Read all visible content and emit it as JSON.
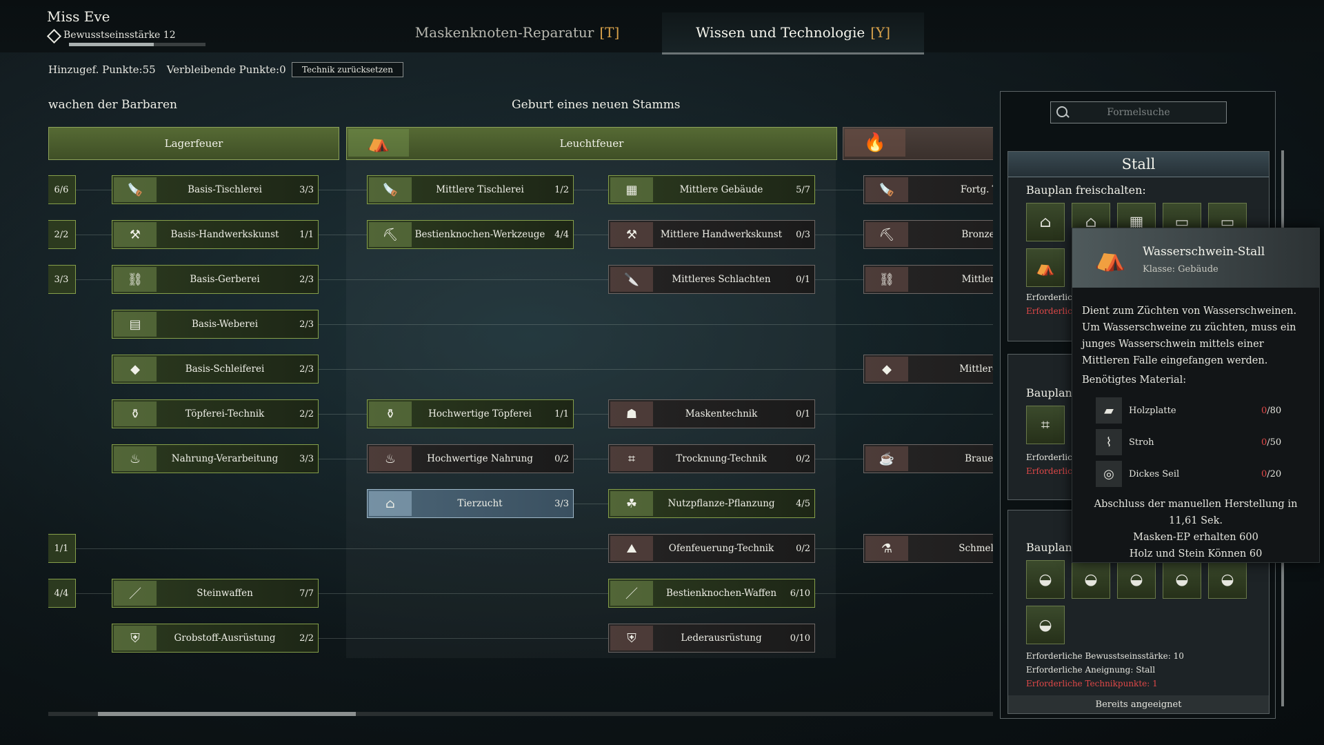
{
  "player": {
    "name": "Miss Eve",
    "level_label": "Bewusstseinsstärke 12",
    "level_progress": 0.62
  },
  "tabs": [
    {
      "label": "Maskenknoten-Reparatur",
      "key": "[T]"
    },
    {
      "label": "Wissen und Technologie",
      "key": "[Y]",
      "active": true
    }
  ],
  "points": {
    "added": "Hinzugef. Punkte:55",
    "remaining": "Verbleibende Punkte:0",
    "reset_label": "Technik zurücksetzen"
  },
  "eras": {
    "left": "wachen der Barbaren",
    "center": "Geburt eines neuen Stamms"
  },
  "tiers": [
    {
      "label": "Lagerfeuer",
      "icon": "campfire-icon"
    },
    {
      "label": "Leuchtfeuer",
      "icon": "beacon-icon"
    },
    {
      "label": "",
      "icon": "furnace-icon"
    }
  ],
  "stubs": [
    "6/6",
    "2/2",
    "3/3",
    "1/1",
    "4/4"
  ],
  "nodes": {
    "col1": [
      {
        "name": "Basis-Tischlerei",
        "count": "3/3"
      },
      {
        "name": "Basis-Handwerkskunst",
        "count": "1/1"
      },
      {
        "name": "Basis-Gerberei",
        "count": "2/3"
      },
      {
        "name": "Basis-Weberei",
        "count": "2/3"
      },
      {
        "name": "Basis-Schleiferei",
        "count": "2/3"
      },
      {
        "name": "Töpferei-Technik",
        "count": "2/2"
      },
      {
        "name": "Nahrung-Verarbeitung",
        "count": "3/3"
      },
      {
        "name": "Steinwaffen",
        "count": "7/7"
      },
      {
        "name": "Grobstoff-Ausrüstung",
        "count": "2/2"
      }
    ],
    "col2": [
      {
        "name": "Mittlere Tischlerei",
        "count": "1/2"
      },
      {
        "name": "Bestienknochen-Werkzeuge",
        "count": "4/4"
      },
      {
        "name": "Hochwertige Töpferei",
        "count": "1/1"
      },
      {
        "name": "Hochwertige Nahrung",
        "count": "0/2"
      },
      {
        "name": "Tierzucht",
        "count": "3/3"
      }
    ],
    "col3": [
      {
        "name": "Mittlere Gebäude",
        "count": "5/7"
      },
      {
        "name": "Mittlere Handwerkskunst",
        "count": "0/3"
      },
      {
        "name": "Mittleres Schlachten",
        "count": "0/1"
      },
      {
        "name": "Maskentechnik",
        "count": "0/1"
      },
      {
        "name": "Trocknung-Technik",
        "count": "0/2"
      },
      {
        "name": "Nutzpflanze-Pflanzung",
        "count": "4/5"
      },
      {
        "name": "Ofenfeuerung-Technik",
        "count": "0/2"
      },
      {
        "name": "Bestienknochen-Waffen",
        "count": "6/10"
      },
      {
        "name": "Lederausrüstung",
        "count": "0/10"
      }
    ],
    "col4": [
      {
        "name": "Fortg. Tisch"
      },
      {
        "name": "Bronze-Wer"
      },
      {
        "name": "Mittlere Ge"
      },
      {
        "name": "Mittlere Sch"
      },
      {
        "name": "Brauen-Te"
      },
      {
        "name": "Schmelzen-T"
      }
    ]
  },
  "panel": {
    "search_placeholder": "Formelsuche",
    "card1": {
      "title": "Stall",
      "unlock_label": "Bauplan freischalten:",
      "req1": "Erforderlic",
      "req2": "Erforderlic"
    },
    "card2": {
      "unlock_label": "Bauplan",
      "req1": "Erforderlic",
      "req2": "Erforderlic"
    },
    "card3": {
      "unlock_label": "Bauplan",
      "req_strength": "Erforderliche Bewusstseinsstärke: 10",
      "req_acq": "Erforderliche Aneignung: Stall",
      "req_points": "Erforderliche Technikpunkte: 1",
      "status": "Bereits angeeignet"
    }
  },
  "tooltip": {
    "name": "Wasserschwein-Stall",
    "class": "Klasse: Gebäude",
    "description": "Dient zum Züchten von Wasserschweinen. Um Wasserschweine zu züchten, muss ein junges Wasserschwein mittels einer Mittleren Falle eingefangen werden.",
    "materials_label": "Benötigtes Material:",
    "materials": [
      {
        "name": "Holzplatte",
        "have": "0",
        "need": "/80"
      },
      {
        "name": "Stroh",
        "have": "0",
        "need": "/50"
      },
      {
        "name": "Dickes Seil",
        "have": "0",
        "need": "/20"
      }
    ],
    "footer": [
      "Abschluss der manuellen Herstellung in",
      "11,61 Sek.",
      "Masken-EP erhalten 600",
      "Holz und Stein Können 60"
    ]
  },
  "colors": {
    "accent": "#d9a24a",
    "unlocked": "#86a04a",
    "locked": "#6e6866",
    "selected": "#9fb8c8",
    "missing": "#e04848"
  }
}
